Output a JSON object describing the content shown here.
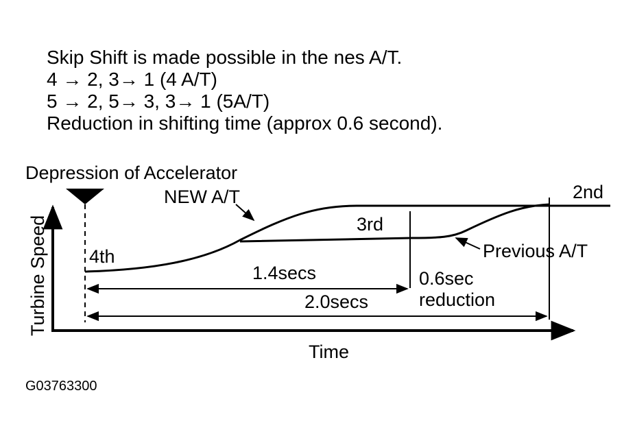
{
  "intro_lines": [
    "Skip Shift is made possible in the nes A/T.",
    "4 → 2, 3→ 1 (4 A/T)",
    "5 → 2, 5→ 3, 3→  1 (5A/T)",
    "Reduction in shifting time (approx 0.6 second)."
  ],
  "diagram": {
    "event_label": "Depression of Accelerator",
    "y_axis_label": "Turbine Speed",
    "x_axis_label": "Time",
    "new_at_label": "NEW A/T",
    "previous_at_label": "Previous A/T",
    "gear_start": "4th",
    "gear_mid": "3rd",
    "gear_end": "2nd",
    "new_duration": "1.4secs",
    "previous_duration": "2.0secs",
    "reduction_value": "0.6sec",
    "reduction_word": "reduction"
  },
  "figure_id": "G03763300"
}
